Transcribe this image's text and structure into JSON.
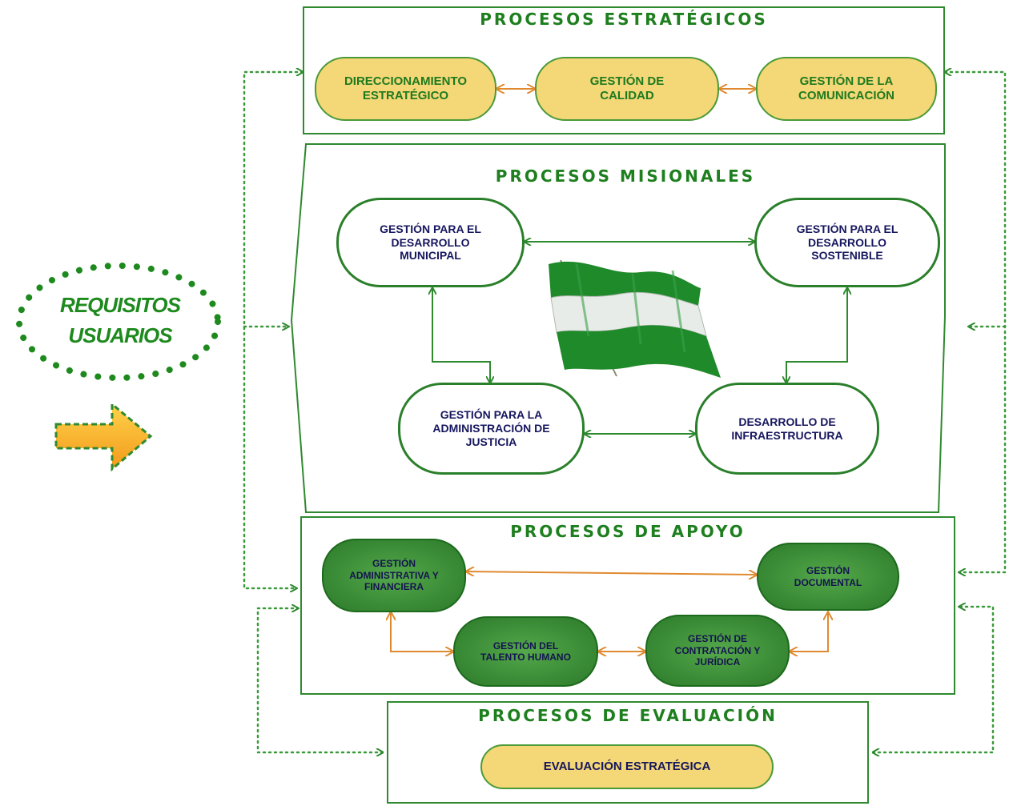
{
  "colors": {
    "green": "#2f8a2f",
    "orange": "#e08a30",
    "yellow": "#f4d777",
    "navy": "#16165e"
  },
  "requisitos": {
    "line1": "REQUISITOS",
    "line2": "USUARIOS"
  },
  "estrategicos": {
    "title": "PROCESOS ESTRATÉGICOS",
    "boxes": [
      {
        "line1": "DIRECCIONAMIENTO",
        "line2": "ESTRATÉGICO"
      },
      {
        "line1": "GESTIÓN DE",
        "line2": "CALIDAD"
      },
      {
        "line1": "GESTIÓN DE LA",
        "line2": "COMUNICACIÓN"
      }
    ]
  },
  "misionales": {
    "title": "PROCESOS MISIONALES",
    "boxes": [
      {
        "line1": "GESTIÓN PARA EL",
        "line2": "DESARROLLO",
        "line3": "MUNICIPAL"
      },
      {
        "line1": "GESTIÓN PARA EL",
        "line2": "DESARROLLO",
        "line3": "SOSTENIBLE"
      },
      {
        "line1": "GESTIÓN PARA LA",
        "line2": "ADMINISTRACIÓN DE",
        "line3": "JUSTICIA"
      },
      {
        "line1": "DESARROLLO DE",
        "line2": "INFRAESTRUCTURA"
      }
    ]
  },
  "apoyo": {
    "title": "PROCESOS DE APOYO",
    "boxes": [
      {
        "line1": "GESTIÓN",
        "line2": "ADMINISTRATIVA Y",
        "line3": "FINANCIERA"
      },
      {
        "line1": "GESTIÓN",
        "line2": "DOCUMENTAL"
      },
      {
        "line1": "GESTIÓN DEL",
        "line2": "TALENTO HUMANO"
      },
      {
        "line1": "GESTIÓN DE",
        "line2": "CONTRATACIÓN Y",
        "line3": "JURÍDICA"
      }
    ]
  },
  "evaluacion": {
    "title": "PROCESOS DE EVALUACIÓN",
    "box": "EVALUACIÓN ESTRATÉGICA"
  }
}
